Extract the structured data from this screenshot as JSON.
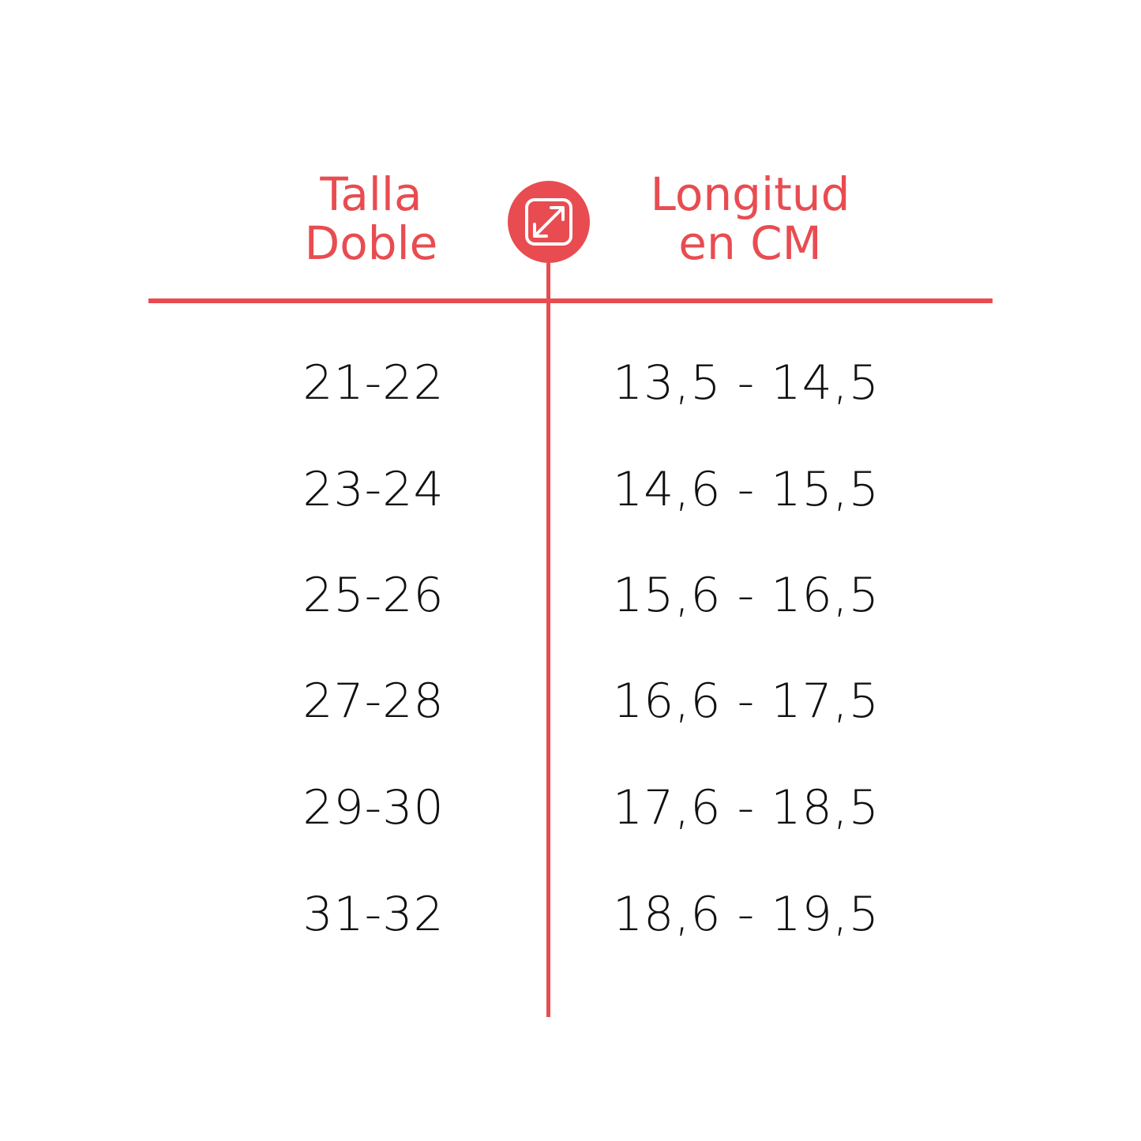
{
  "colors": {
    "accent": "#e84c51",
    "text": "#111111",
    "background": "#ffffff"
  },
  "header": {
    "left": [
      "Talla",
      "Doble"
    ],
    "right": [
      "Longitud",
      "en CM"
    ],
    "icon": "resize-arrows-icon"
  },
  "rows": [
    {
      "talla": "21-22",
      "longitud": "13,5 - 14,5"
    },
    {
      "talla": "23-24",
      "longitud": "14,6 - 15,5"
    },
    {
      "talla": "25-26",
      "longitud": "15,6 - 16,5"
    },
    {
      "talla": "27-28",
      "longitud": "16,6 - 17,5"
    },
    {
      "talla": "29-30",
      "longitud": "17,6 - 18,5"
    },
    {
      "talla": "31-32",
      "longitud": "18,6 - 19,5"
    }
  ]
}
